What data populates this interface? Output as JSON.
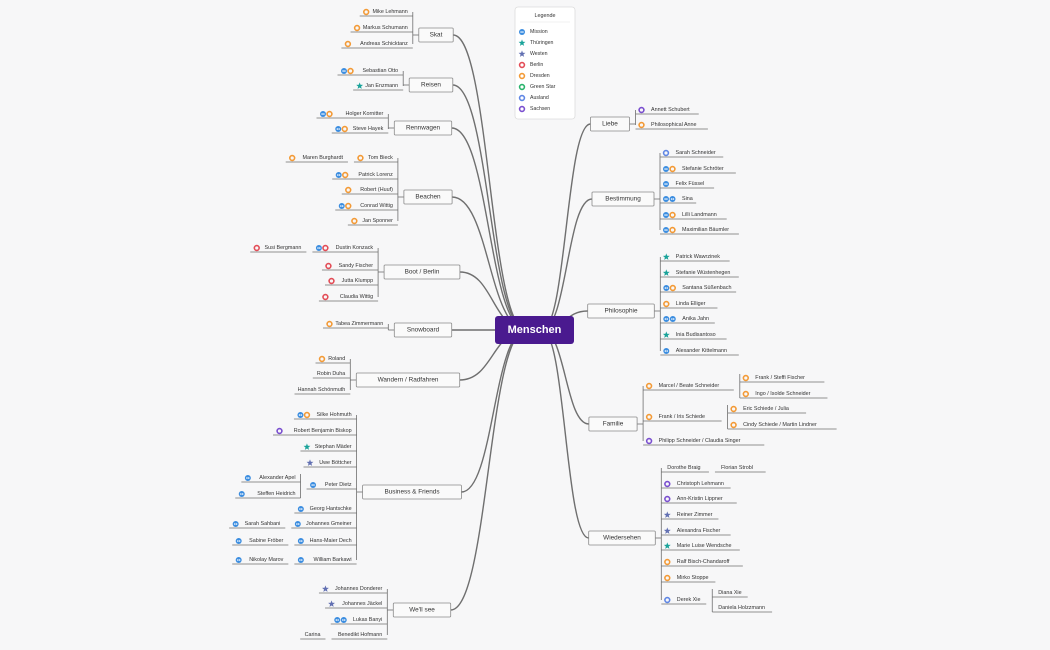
{
  "colors": {
    "mission": "#3b8de0",
    "thueringen": "#1aa39a",
    "westen": "#6270b2",
    "berlin": "#e34d57",
    "dresden": "#f39a36",
    "green": "#29b36b",
    "ausland": "#5f86e4",
    "sachsen": "#7a4fcf",
    "root": "#4a1a8f",
    "line": "#6f6f6f"
  },
  "root": {
    "label": "Menschen"
  },
  "legend": {
    "title": "Legende",
    "items": [
      {
        "type": "dot",
        "color": "#3b8de0",
        "label": "Mission"
      },
      {
        "type": "star",
        "color": "#1aa39a",
        "label": "Thüringen"
      },
      {
        "type": "star",
        "color": "#6270b2",
        "label": "Westen"
      },
      {
        "type": "ring",
        "color": "#e34d57",
        "label": "Berlin"
      },
      {
        "type": "ring",
        "color": "#f39a36",
        "label": "Dresden"
      },
      {
        "type": "ring",
        "color": "#29b36b",
        "label": "Green Star"
      },
      {
        "type": "ring",
        "color": "#5f86e4",
        "label": "Ausland"
      },
      {
        "type": "ring",
        "color": "#7a4fcf",
        "label": "Sachsen"
      }
    ]
  },
  "branches": [
    {
      "label": "Skat",
      "items": [
        {
          "label": "Mike Lehmann",
          "icons": [
            "dr"
          ]
        },
        {
          "label": "Markus Schumann",
          "icons": [
            "dr"
          ]
        },
        {
          "label": "Andreas Schicktanz",
          "icons": [
            "dr"
          ]
        }
      ]
    },
    {
      "label": "Reisen",
      "items": [
        {
          "label": "Sebastian Otto",
          "icons": [
            "mi",
            "dr"
          ]
        },
        {
          "label": "Jan Enzmann",
          "icons": [
            "th"
          ]
        }
      ]
    },
    {
      "label": "Rennwagen",
      "items": [
        {
          "label": "Holger Kornitter",
          "icons": [
            "mi",
            "dr"
          ]
        },
        {
          "label": "Steve Hayek",
          "icons": [
            "mi",
            "dr"
          ]
        }
      ]
    },
    {
      "label": "Beachen",
      "items": [
        {
          "label": "Tom Bieck",
          "icons": [
            "dr"
          ],
          "children": [
            {
              "label": "Maren Burghardt",
              "icons": [
                "dr"
              ]
            }
          ]
        },
        {
          "label": "Patrick Lorenz",
          "icons": [
            "mi",
            "dr"
          ]
        },
        {
          "label": "Robert (Huuf)",
          "icons": [
            "dr"
          ]
        },
        {
          "label": "Conrad Wittig",
          "icons": [
            "mi",
            "dr"
          ]
        },
        {
          "label": "Jan Sponner",
          "icons": [
            "dr"
          ]
        }
      ]
    },
    {
      "label": "Boot / Berlin",
      "items": [
        {
          "label": "Dustin Konzack",
          "icons": [
            "mi",
            "be"
          ],
          "children": [
            {
              "label": "Susi Bergmann",
              "icons": [
                "be"
              ]
            }
          ]
        },
        {
          "label": "Sandy Fischer",
          "icons": [
            "be"
          ]
        },
        {
          "label": "Jutta Klumpp",
          "icons": [
            "be"
          ]
        },
        {
          "label": "Claudia Wittig",
          "icons": [
            "be"
          ]
        }
      ]
    },
    {
      "label": "Snowboard",
      "items": [
        {
          "label": "Tabea Zimmermann",
          "icons": [
            "dr"
          ]
        }
      ]
    },
    {
      "label": "Wandern / Radfahren",
      "items": [
        {
          "label": "Roland",
          "icons": [
            "dr"
          ]
        },
        {
          "label": "Robin Duha",
          "icons": []
        },
        {
          "label": "Hannah Schönmuth",
          "icons": []
        }
      ]
    },
    {
      "label": "Business & Friends",
      "items": [
        {
          "label": "Silke Hohmuth",
          "icons": [
            "mi",
            "dr"
          ]
        },
        {
          "label": "Robert Benjamin Biskop",
          "icons": [
            "sa"
          ]
        },
        {
          "label": "Stephan Mäder",
          "icons": [
            "th"
          ]
        },
        {
          "label": "Uwe Böttcher",
          "icons": [
            "we"
          ]
        },
        {
          "label": "Peter Dietz",
          "icons": [
            "mi"
          ],
          "children": [
            {
              "label": "Alexander Apel",
              "icons": [
                "mi"
              ]
            },
            {
              "label": "Steffen Heidrich",
              "icons": [
                "mi"
              ]
            }
          ]
        },
        {
          "label": "Georg Hantschke",
          "icons": [
            "mi"
          ]
        },
        {
          "label": "Johannes Gmeiner",
          "icons": [
            "mi"
          ],
          "children": [
            {
              "label": "Sarah Sahbani",
              "icons": [
                "mi"
              ]
            }
          ]
        },
        {
          "label": "Hans-Maier Dech",
          "icons": [
            "mi"
          ],
          "children": [
            {
              "label": "Sabine Fröber",
              "icons": [
                "mi"
              ]
            }
          ]
        },
        {
          "label": "William Barkawi",
          "icons": [
            "mi"
          ],
          "children": [
            {
              "label": "Nikolay Marov",
              "icons": [
                "mi"
              ]
            }
          ]
        }
      ]
    },
    {
      "label": "We'll see",
      "items": [
        {
          "label": "Johannes Donderer",
          "icons": [
            "we"
          ]
        },
        {
          "label": "Johannes Jäckel",
          "icons": [
            "we"
          ]
        },
        {
          "label": "Lukas Banyi",
          "icons": [
            "mi",
            "mi"
          ]
        },
        {
          "label": "Benedikt Hofmann",
          "icons": [],
          "children": [
            {
              "label": "Carina",
              "icons": []
            }
          ]
        }
      ]
    },
    {
      "label": "Liebe",
      "items": [
        {
          "label": "Annett Schubert",
          "icons": [
            "sa"
          ]
        },
        {
          "label": "Philosophical Anne",
          "icons": [
            "dr"
          ]
        }
      ]
    },
    {
      "label": "Bestimmung",
      "items": [
        {
          "label": "Sarah Schneider",
          "icons": [
            "au"
          ]
        },
        {
          "label": "Stefanie Schröter",
          "icons": [
            "mi",
            "dr"
          ]
        },
        {
          "label": "Felix Füssel",
          "icons": [
            "mi"
          ]
        },
        {
          "label": "Sina",
          "icons": [
            "mi",
            "mi"
          ]
        },
        {
          "label": "Lilli Landmann",
          "icons": [
            "mi",
            "dr"
          ]
        },
        {
          "label": "Maximilian Bäumler",
          "icons": [
            "mi",
            "dr"
          ]
        }
      ]
    },
    {
      "label": "Philosophie",
      "items": [
        {
          "label": "Patrick Wawrzinek",
          "icons": [
            "th"
          ]
        },
        {
          "label": "Stefanie Wüstenhegen",
          "icons": [
            "th"
          ]
        },
        {
          "label": "Santana Süßenbach",
          "icons": [
            "mi",
            "dr"
          ]
        },
        {
          "label": "Linda Elliger",
          "icons": [
            "dr"
          ]
        },
        {
          "label": "Anika Jahn",
          "icons": [
            "mi",
            "mi"
          ]
        },
        {
          "label": "Inia Budisantoso",
          "icons": [
            "th"
          ]
        },
        {
          "label": "Alexander Kittelmann",
          "icons": [
            "mi"
          ]
        }
      ]
    },
    {
      "label": "Familie",
      "items": [
        {
          "label": "Marcel / Beate Schneider",
          "icons": [
            "dr"
          ],
          "children": [
            {
              "label": "Frank / Steffi Fischer",
              "icons": [
                "dr"
              ]
            },
            {
              "label": "Ingo / Isolde Schneider",
              "icons": [
                "dr"
              ]
            }
          ]
        },
        {
          "label": "Frank / Iris Schiede",
          "icons": [
            "dr"
          ],
          "children": [
            {
              "label": "Eric Schiede / Julia",
              "icons": [
                "dr"
              ]
            },
            {
              "label": "Cindy Schiede / Martin Lindner",
              "icons": [
                "dr"
              ]
            }
          ]
        },
        {
          "label": "Philipp Schneider / Claudia Singer",
          "icons": [
            "sa"
          ]
        }
      ]
    },
    {
      "label": "Wiedersehen",
      "items": [
        {
          "label": "Dorothe Braig",
          "icons": [],
          "children": [
            {
              "label": "Florian Strobl",
              "icons": []
            }
          ]
        },
        {
          "label": "Christoph Lehmann",
          "icons": [
            "sa"
          ]
        },
        {
          "label": "Ann-Kristin Lippner",
          "icons": [
            "sa"
          ]
        },
        {
          "label": "Reiner Zimmer",
          "icons": [
            "we"
          ]
        },
        {
          "label": "Alexandra Fischer",
          "icons": [
            "we"
          ]
        },
        {
          "label": "Marie Luise Wendsche",
          "icons": [
            "th"
          ]
        },
        {
          "label": "Ralf Bisch-Chandaroff",
          "icons": [
            "dr"
          ]
        },
        {
          "label": "Mirko Stoppe",
          "icons": [
            "dr"
          ]
        },
        {
          "label": "Derek Xie",
          "icons": [
            "au"
          ],
          "children": [
            {
              "label": "Diana Xie",
              "icons": []
            },
            {
              "label": "Daniela Holzzmann",
              "icons": []
            }
          ]
        }
      ]
    }
  ]
}
